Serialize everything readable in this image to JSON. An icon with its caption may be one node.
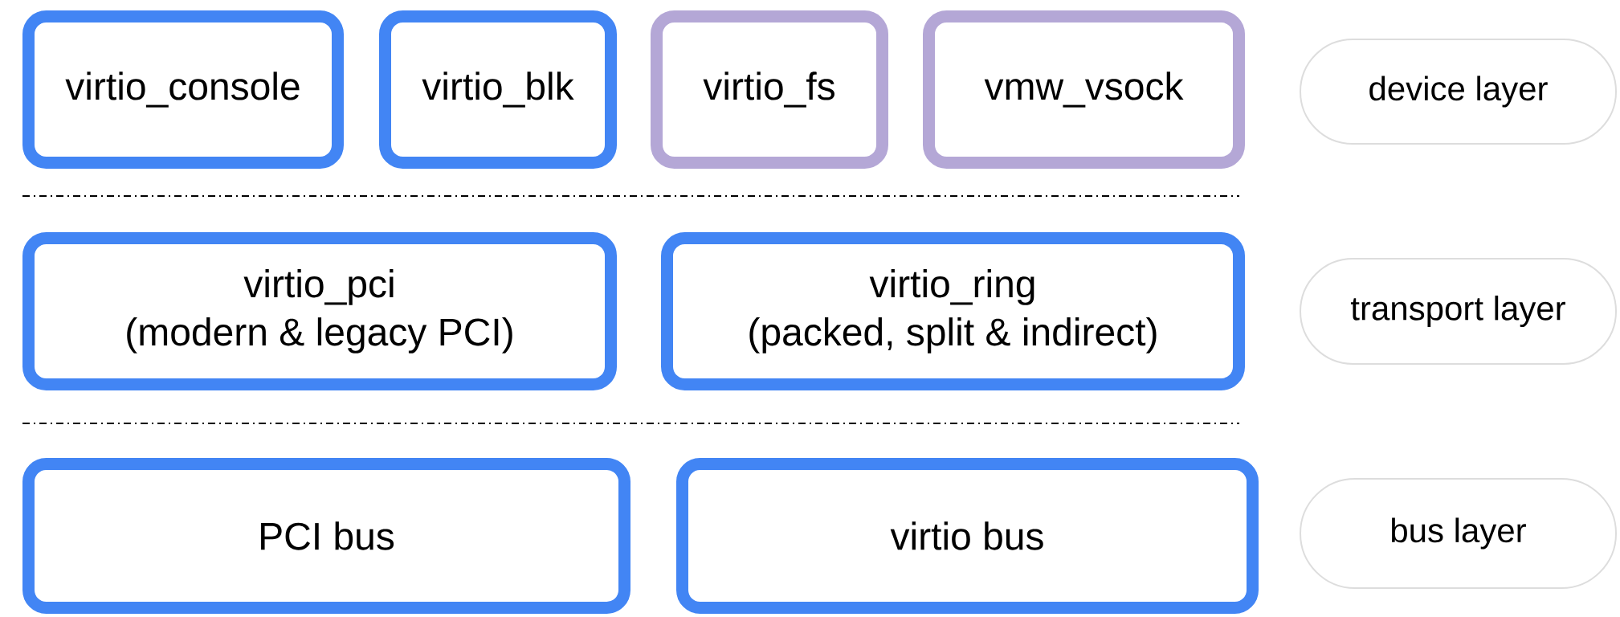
{
  "diagram": {
    "nodes": [
      {
        "text": [
          "virtio_console"
        ]
      },
      {
        "text": [
          "virtio_blk"
        ]
      },
      {
        "text": [
          "virtio_fs"
        ]
      },
      {
        "text": [
          "vmw_vsock"
        ]
      },
      {
        "text": [
          "virtio_pci",
          "(modern & legacy PCI)"
        ]
      },
      {
        "text": [
          "virtio_ring",
          "(packed, split & indirect)"
        ]
      },
      {
        "text": [
          "PCI bus"
        ]
      },
      {
        "text": [
          "virtio bus"
        ]
      },
      {
        "text": [
          "device layer"
        ]
      },
      {
        "text": [
          "transport layer"
        ]
      },
      {
        "text": [
          "bus layer"
        ]
      }
    ]
  }
}
